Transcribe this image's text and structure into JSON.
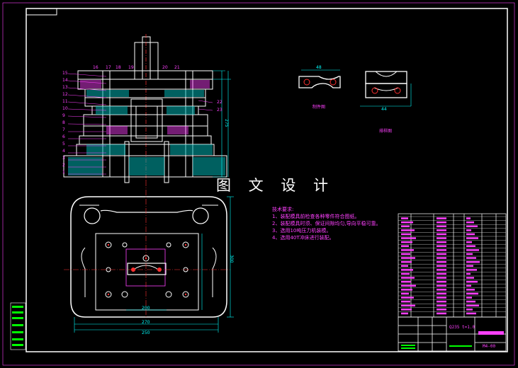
{
  "watermark": "图 文 设 计",
  "tech_requirements": {
    "title": "技术要求:",
    "items": [
      "1、装配模具前检查各种零件符合图纸。",
      "2、装配模具时须、保证间隙均匀,导向平稳可靠。",
      "3、选用10吨压力机装模。",
      "4、选用40T冲床进行装配。"
    ]
  },
  "view_labels": {
    "part_view": "制件图",
    "layout_view": "排样图"
  },
  "title_block": {
    "material": "Q235 t=1.0",
    "drawing_no": "M4-00"
  },
  "dimensions": {
    "width_bottom_1": "270",
    "width_bottom_2": "250",
    "inner_width": "200",
    "height_total": "300",
    "height_side": "275",
    "part_width": "48",
    "layout_width": "44"
  },
  "colors": {
    "border": "#ffffff",
    "dim": "#00ffff",
    "notes": "#ff40ff",
    "lines": "#ffffff",
    "hatch": "#00ffff",
    "holes": "#ff3030",
    "centre": "#ff3030",
    "accent": "#ff40ff",
    "green": "#00ff00"
  },
  "balloons": [
    "15",
    "14",
    "13",
    "12",
    "11",
    "10",
    "9",
    "8",
    "7",
    "6",
    "5",
    "4",
    "3",
    "2",
    "1",
    "16",
    "17",
    "18",
    "19",
    "20",
    "21",
    "22",
    "23"
  ]
}
